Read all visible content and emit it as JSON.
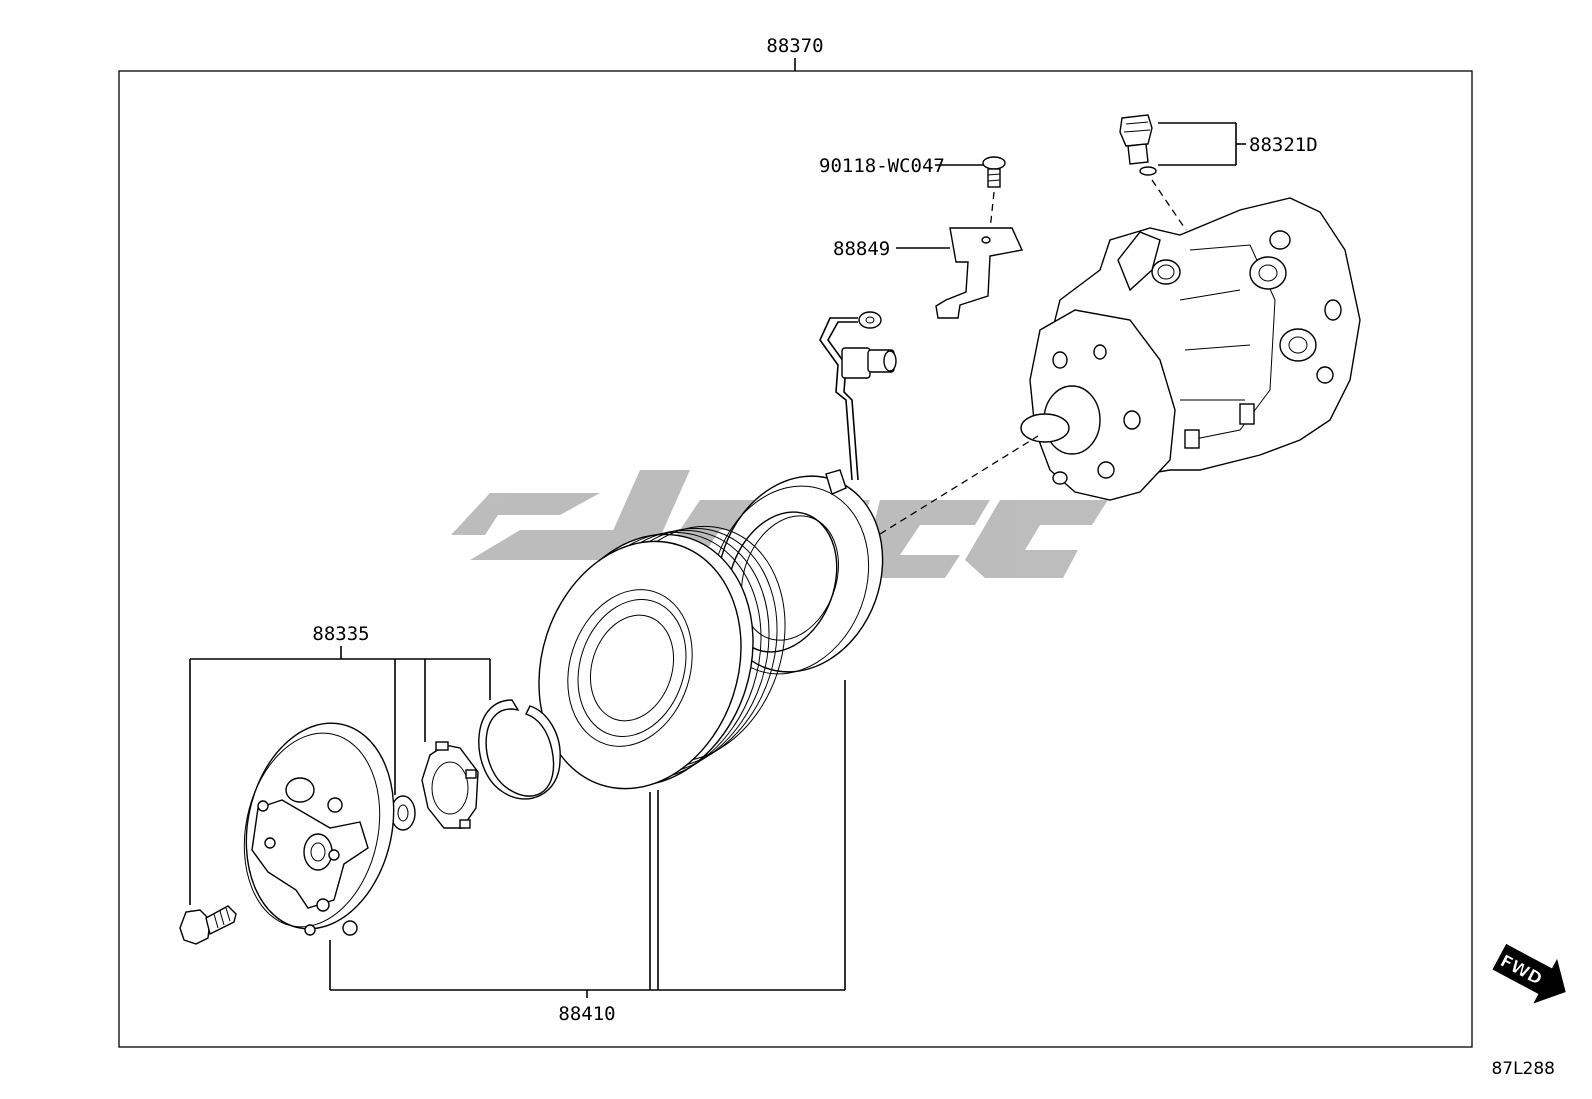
{
  "labels": {
    "assembly": "88370",
    "valve": "88321D",
    "bolt_small": "90118-WC047",
    "bracket": "88849",
    "clutch_parts": "88335",
    "clutch_assy": "88410"
  },
  "forward_badge": "FWD",
  "diagram_code": "87L288"
}
